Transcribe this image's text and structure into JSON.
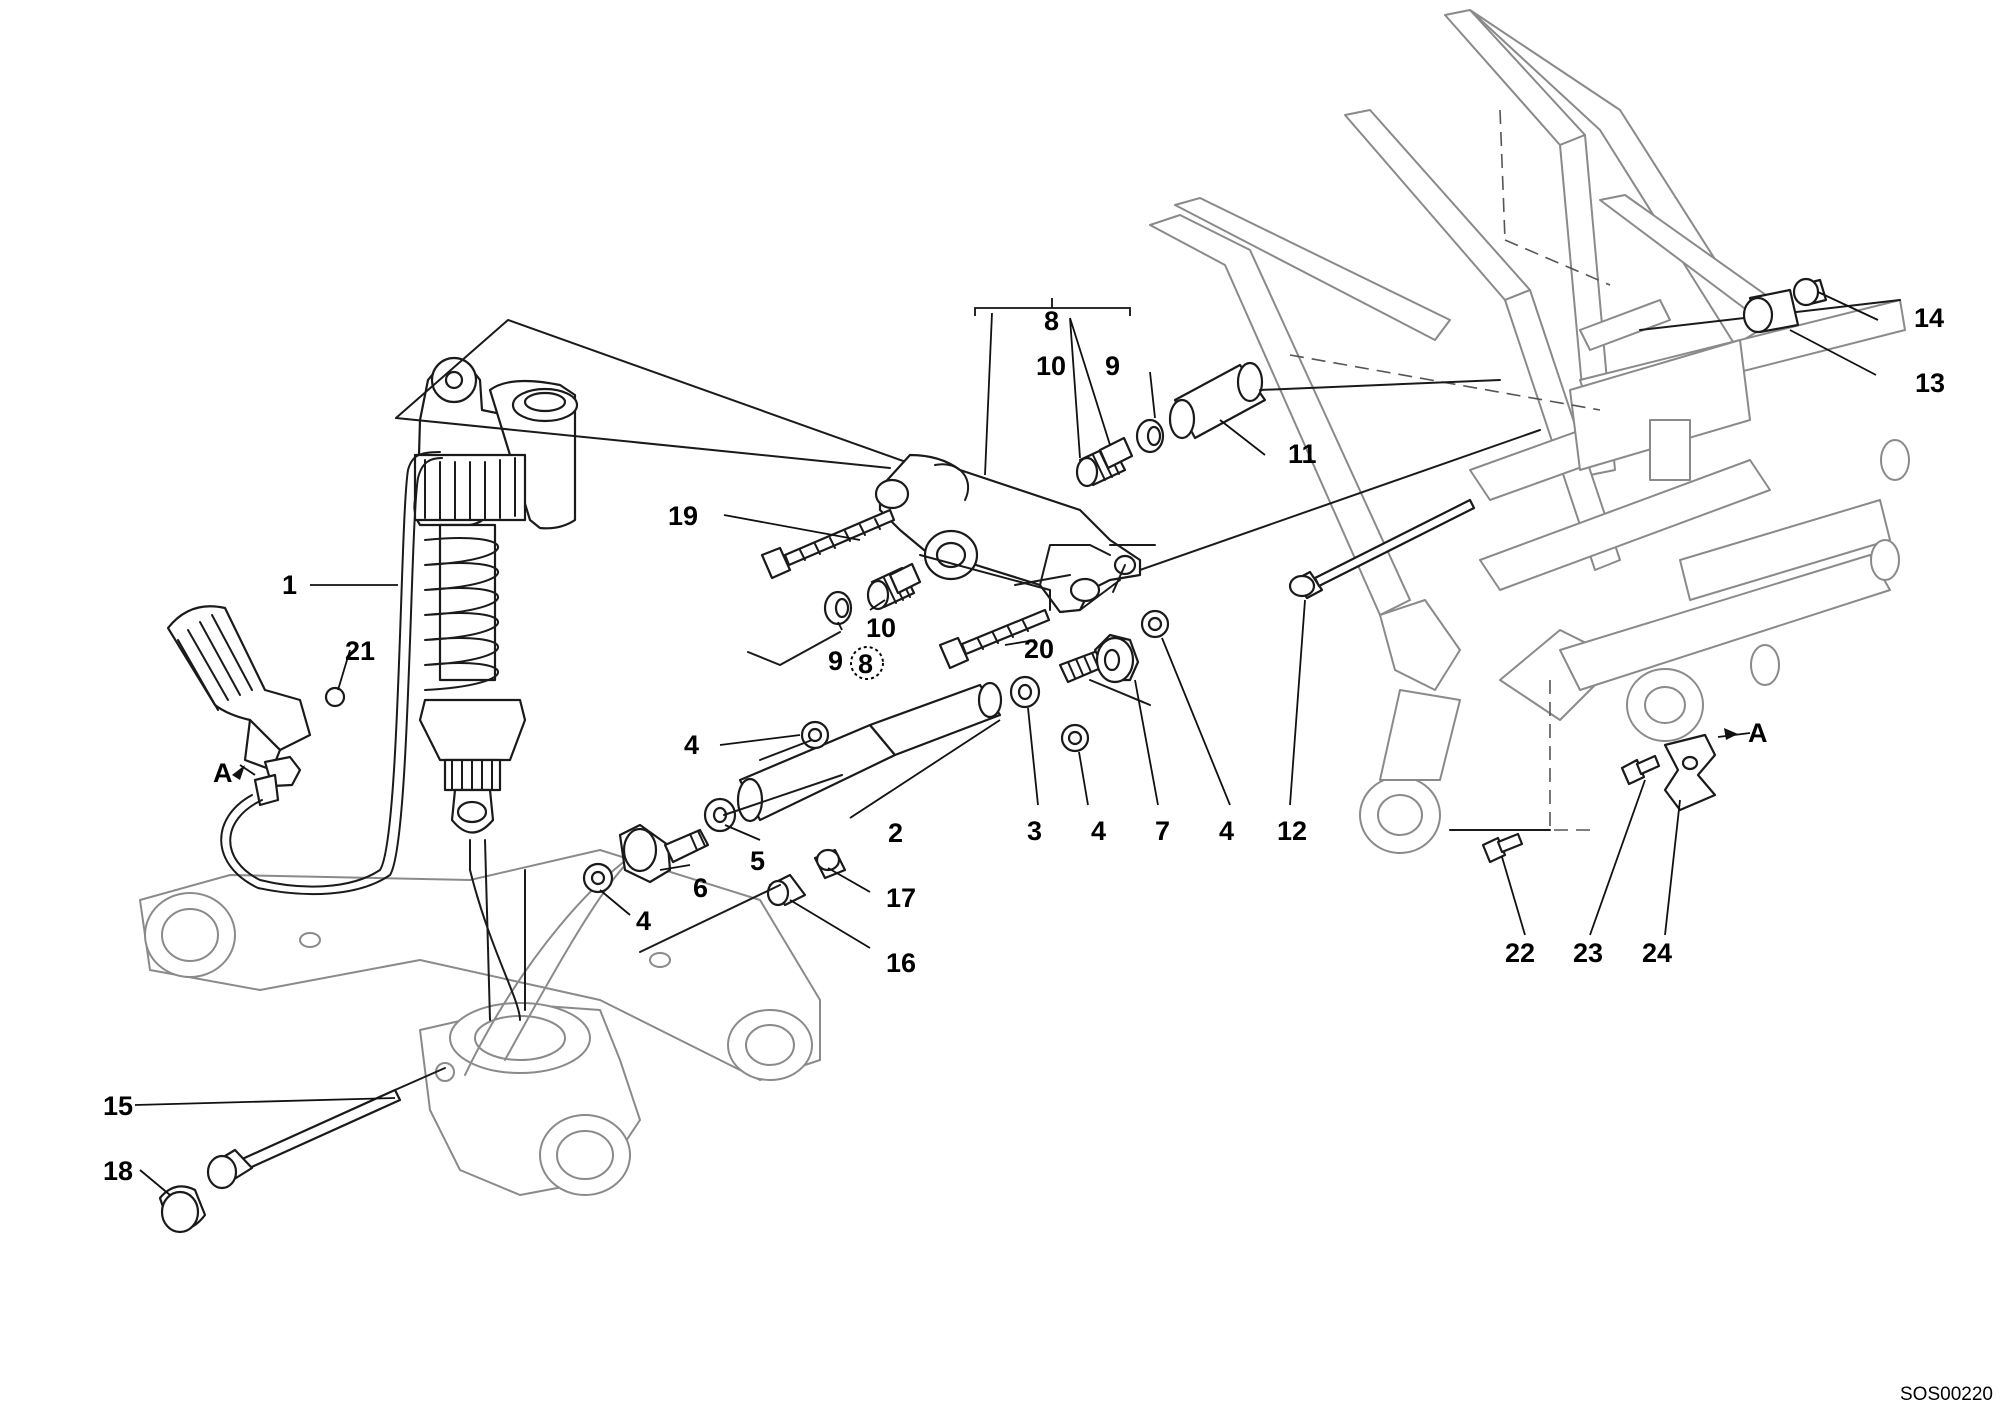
{
  "diagram": {
    "reference_code": "SOS00220",
    "callouts": {
      "c1": "1",
      "c2": "2",
      "c3": "3",
      "c4a": "4",
      "c4b": "4",
      "c4c": "4",
      "c4d": "4",
      "c5": "5",
      "c6": "6",
      "c7": "7",
      "c8": "8",
      "c8b": "8",
      "c9a": "9",
      "c9b": "9",
      "c10a": "10",
      "c10b": "10",
      "c11": "11",
      "c12": "12",
      "c13": "13",
      "c14": "14",
      "c15": "15",
      "c16": "16",
      "c17": "17",
      "c18": "18",
      "c19": "19",
      "c20": "20",
      "c21": "21",
      "c22": "22",
      "c23": "23",
      "c24": "24",
      "connA1": "A",
      "connA2": "A"
    }
  }
}
